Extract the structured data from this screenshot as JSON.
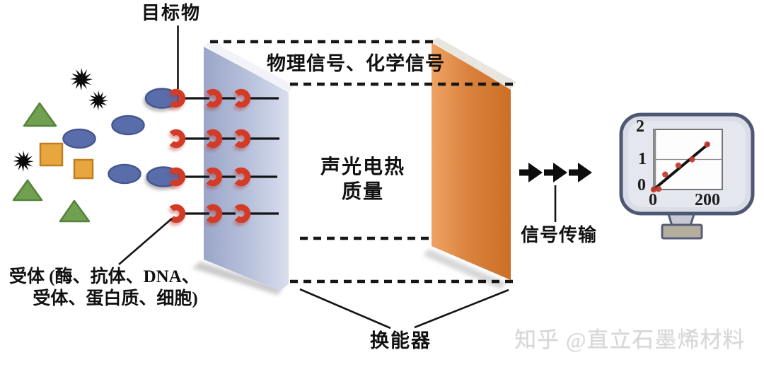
{
  "labels": {
    "target": "目标物",
    "signals_top": "物理信号、化学信号",
    "center_line1": "声光电热",
    "center_line2": "质量",
    "transmission": "信号传输",
    "transducer": "换能器",
    "receptor_line1": "受体 (酶、抗体、DNA、",
    "receptor_line2": "受体、蛋白质、细胞)"
  },
  "watermark": "知乎 @直立石墨烯材料",
  "colors": {
    "receptor_red": "#d43a28",
    "analyte_blue": "#5a6dab",
    "triangle_green": "#72a051",
    "square_orange": "#e7a63e",
    "panel_blue": "#aeb9d6",
    "panel_orange": "#d97e35",
    "monitor_frame": "#4e5874",
    "dash_black": "#161616"
  },
  "chart_data": {
    "type": "scatter",
    "title": "",
    "xlabel": "",
    "ylabel": "",
    "x": [
      0,
      18,
      42,
      90,
      140,
      195
    ],
    "y": [
      0,
      0.02,
      0.5,
      0.8,
      1.0,
      1.5
    ],
    "trendline": {
      "x1": 0,
      "y1": 0,
      "x2": 200,
      "y2": 1.52
    },
    "xlim": [
      0,
      250
    ],
    "ylim": [
      0,
      2
    ],
    "xticks": [
      "0",
      "200"
    ],
    "yticks": [
      "0",
      "1",
      "2"
    ],
    "gridline_y": 1,
    "grid": "horizontal-line-at-1",
    "legend": "none",
    "point_color": "#c0392b",
    "line_color": "#141414"
  }
}
